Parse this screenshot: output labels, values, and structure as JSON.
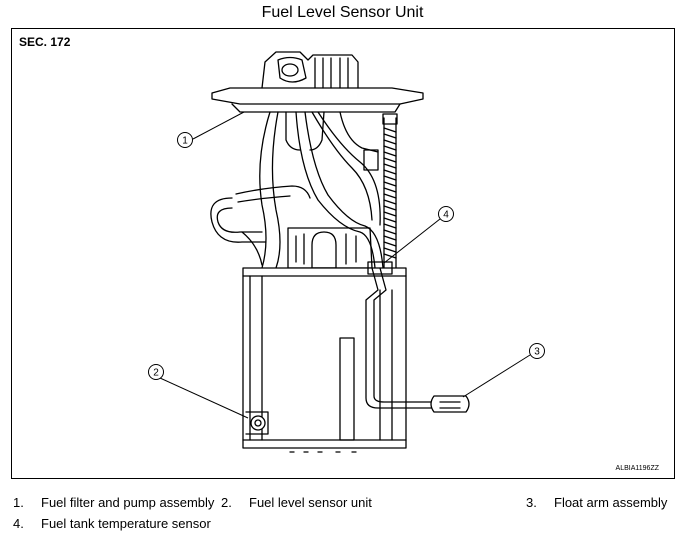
{
  "title": "Fuel Level Sensor Unit",
  "section": "SEC. 172",
  "figure_code": "ALBIA1196ZZ",
  "callouts": [
    "1",
    "2",
    "3",
    "4"
  ],
  "legend": [
    {
      "num": "1.",
      "text": "Fuel filter and pump assembly"
    },
    {
      "num": "2.",
      "text": "Fuel level sensor unit"
    },
    {
      "num": "3.",
      "text": "Float arm assembly"
    },
    {
      "num": "4.",
      "text": "Fuel tank temperature sensor"
    }
  ]
}
